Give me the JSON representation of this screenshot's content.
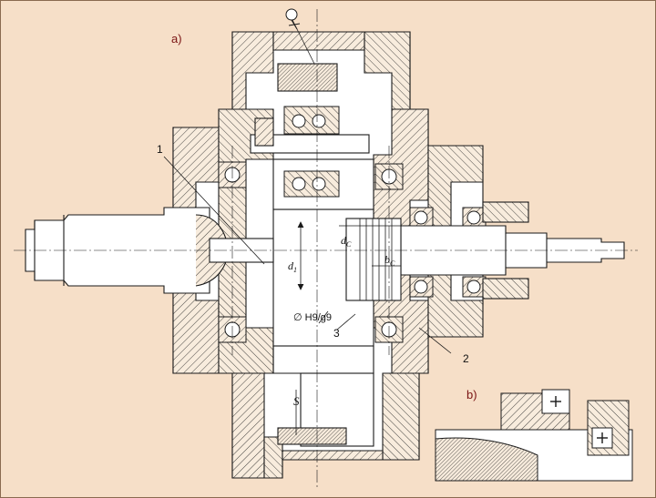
{
  "panels": {
    "a": "a)",
    "b": "b)"
  },
  "callouts": {
    "c1": "1",
    "c2": "2",
    "c3": "3"
  },
  "dims": {
    "dc": "d",
    "dc_sub": "C",
    "d1": "d",
    "d1_sub": "1",
    "bc": "b",
    "bc_sub": "C",
    "fit": "∅ H9/g9",
    "s": "S"
  },
  "colors": {
    "background": "#f6dfc8",
    "line": "#1a1a1a",
    "label": "#7a1414"
  },
  "icons": {
    "lubrication": "oil-can-icon"
  }
}
